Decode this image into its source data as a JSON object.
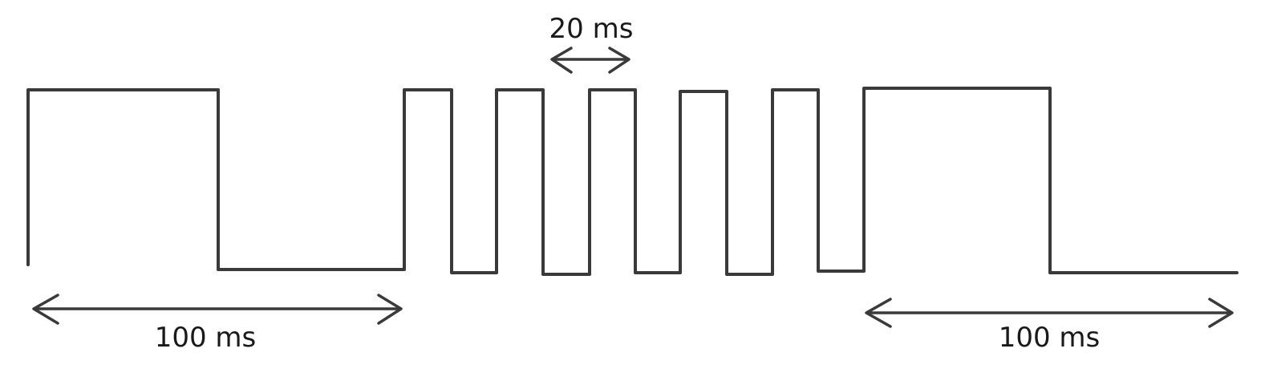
{
  "diagram": {
    "labels": {
      "period": "20 ms",
      "left_span": "100 ms",
      "right_span": "100 ms"
    },
    "colors": {
      "stroke": "#3a3a3a",
      "text": "#1a1a1a",
      "background": "#ffffff"
    }
  }
}
